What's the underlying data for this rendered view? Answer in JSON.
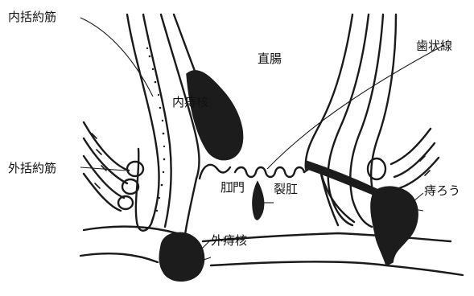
{
  "labels": {
    "internal_sphincter": "内括約筋",
    "rectum": "直腸",
    "dentate_line": "歯状線",
    "internal_hemorrhoid": "内痔核",
    "external_sphincter": "外括約筋",
    "anus": "肛門",
    "anal_fissure": "裂肛",
    "anal_fistula": "痔ろう",
    "external_hemorrhoid": "外痔核"
  }
}
